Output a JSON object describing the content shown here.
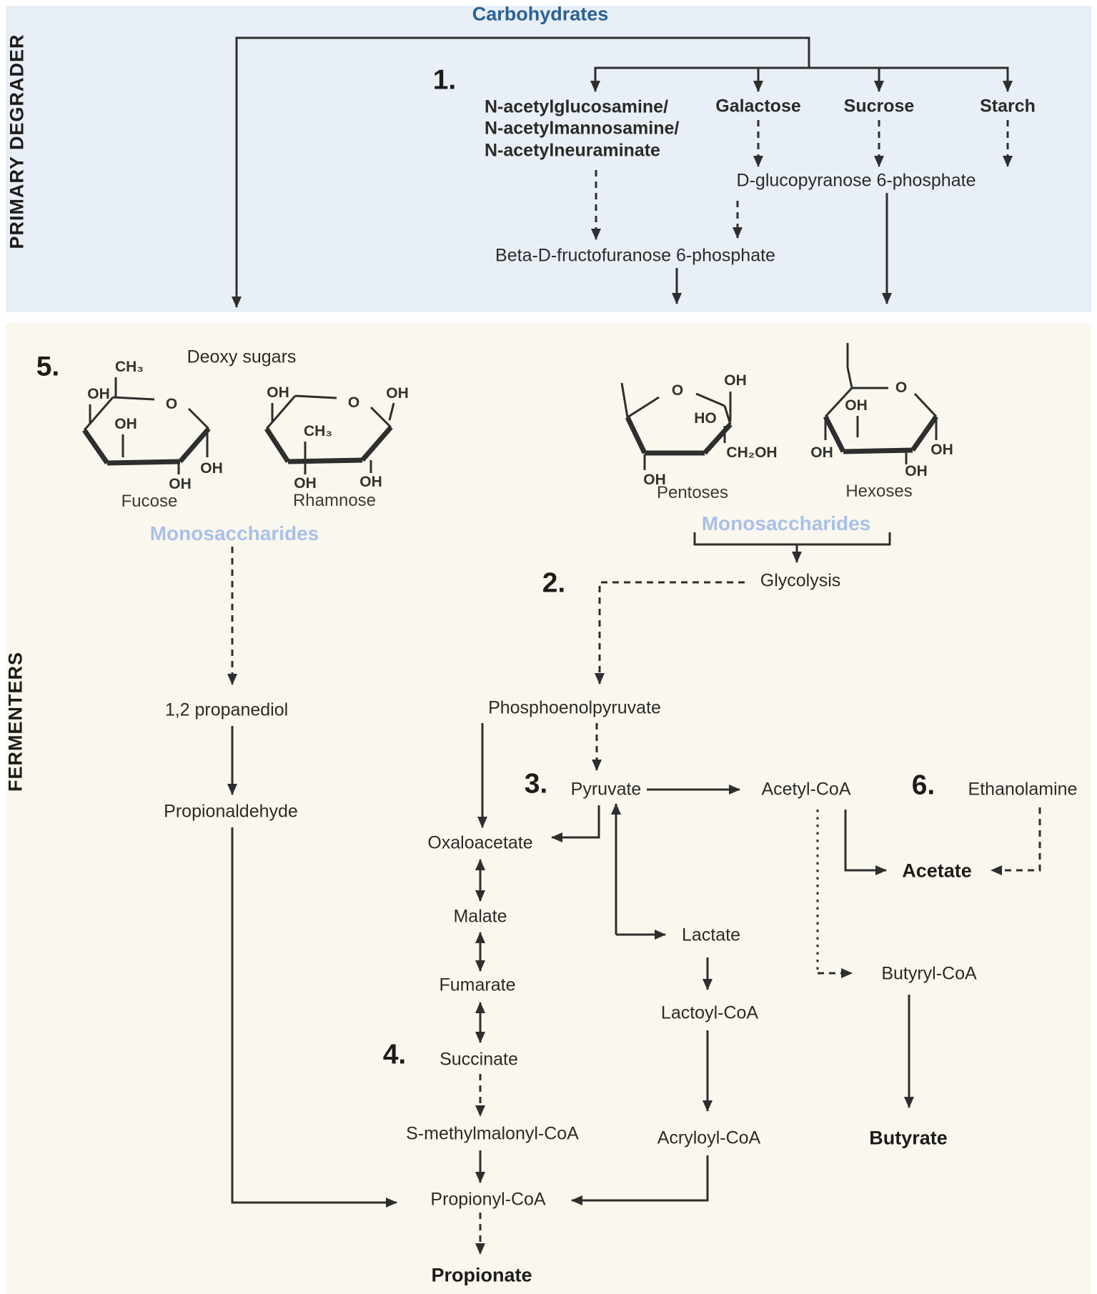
{
  "colors": {
    "panel_blue": "#e9eff7",
    "panel_cream": "#faf8ee",
    "accent_blue": "#2a6196",
    "light_blue": "#a9c0e9",
    "line": "#2e2e2e",
    "text": "#2b2a27"
  },
  "sections": {
    "top": "PRIMARY DEGRADER",
    "bottom": "FERMENTERS"
  },
  "title": "Carbohydrates",
  "step_labels": {
    "s1": "1.",
    "s2": "2.",
    "s3": "3.",
    "s4": "4.",
    "s5": "5.",
    "s6": "6."
  },
  "primary": {
    "nacetyl_line1": "N-acetylglucosamine/",
    "nacetyl_line2": "N-acetylmannosamine/",
    "nacetyl_line3": "N-acetylneuraminate",
    "galactose": "Galactose",
    "sucrose": "Sucrose",
    "starch": "Starch",
    "dglucopyranose": "D-glucopyranose 6-phosphate",
    "betad_fructofuranose": "Beta-D-fructofuranose 6-phosphate"
  },
  "fermenter": {
    "deoxy_sugars": "Deoxy sugars",
    "fucose": "Fucose",
    "rhamnose": "Rhamnose",
    "pentoses": "Pentoses",
    "hexoses": "Hexoses",
    "monosaccharides_left": "Monosaccharides",
    "monosaccharides_right": "Monosaccharides",
    "glycolysis": "Glycolysis",
    "propanediol": "1,2 propanediol",
    "propionaldehyde": "Propionaldehyde",
    "phosphoenolpyruvate": "Phosphoenolpyruvate",
    "pyruvate": "Pyruvate",
    "oxaloacetate": "Oxaloacetate",
    "malate": "Malate",
    "fumarate": "Fumarate",
    "succinate": "Succinate",
    "smethylmalonyl_coa": "S-methylmalonyl-CoA",
    "propionyl_coa": "Propionyl-CoA",
    "propionate": "Propionate",
    "lactate": "Lactate",
    "lactoyl_coa": "Lactoyl-CoA",
    "acryloyl_coa": "Acryloyl-CoA",
    "acetyl_coa": "Acetyl-CoA",
    "acetate": "Acetate",
    "butyryl_coa": "Butyryl-CoA",
    "butyrate": "Butyrate",
    "ethanolamine": "Ethanolamine"
  },
  "chem": {
    "oh": "OH",
    "ho": "HO",
    "o": "O",
    "ch3": "CH₃",
    "ch2oh": "CH₂OH"
  }
}
